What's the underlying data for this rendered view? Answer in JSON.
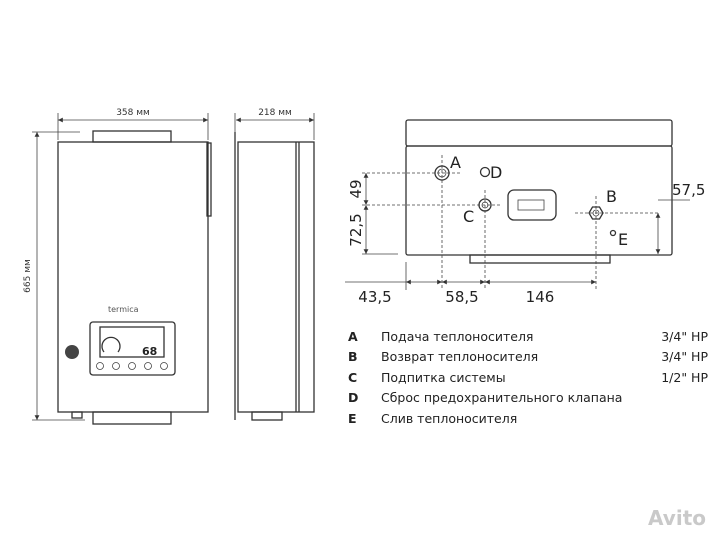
{
  "dimensions": {
    "front_width": "358 мм",
    "side_depth": "218 мм",
    "height": "665 мм",
    "dim_49": "49",
    "dim_72_5": "72,5",
    "dim_57_5": "57,5",
    "dim_43_5": "43,5",
    "dim_58_5": "58,5",
    "dim_146": "146"
  },
  "brand": "termica",
  "display": {
    "temperature": "68"
  },
  "connection_labels": [
    "A",
    "B",
    "C",
    "D",
    "E"
  ],
  "legend": [
    {
      "key": "A",
      "desc": "Подача теплоносителя",
      "size": "3/4\" НР"
    },
    {
      "key": "B",
      "desc": "Возврат теплоносителя",
      "size": "3/4\" НР"
    },
    {
      "key": "C",
      "desc": "Подпитка системы",
      "size": "1/2\" НР"
    },
    {
      "key": "D",
      "desc": "Сброс предохранительного клапана",
      "size": ""
    },
    {
      "key": "E",
      "desc": "Слив теплоносителя",
      "size": ""
    }
  ],
  "watermark": "Avito"
}
